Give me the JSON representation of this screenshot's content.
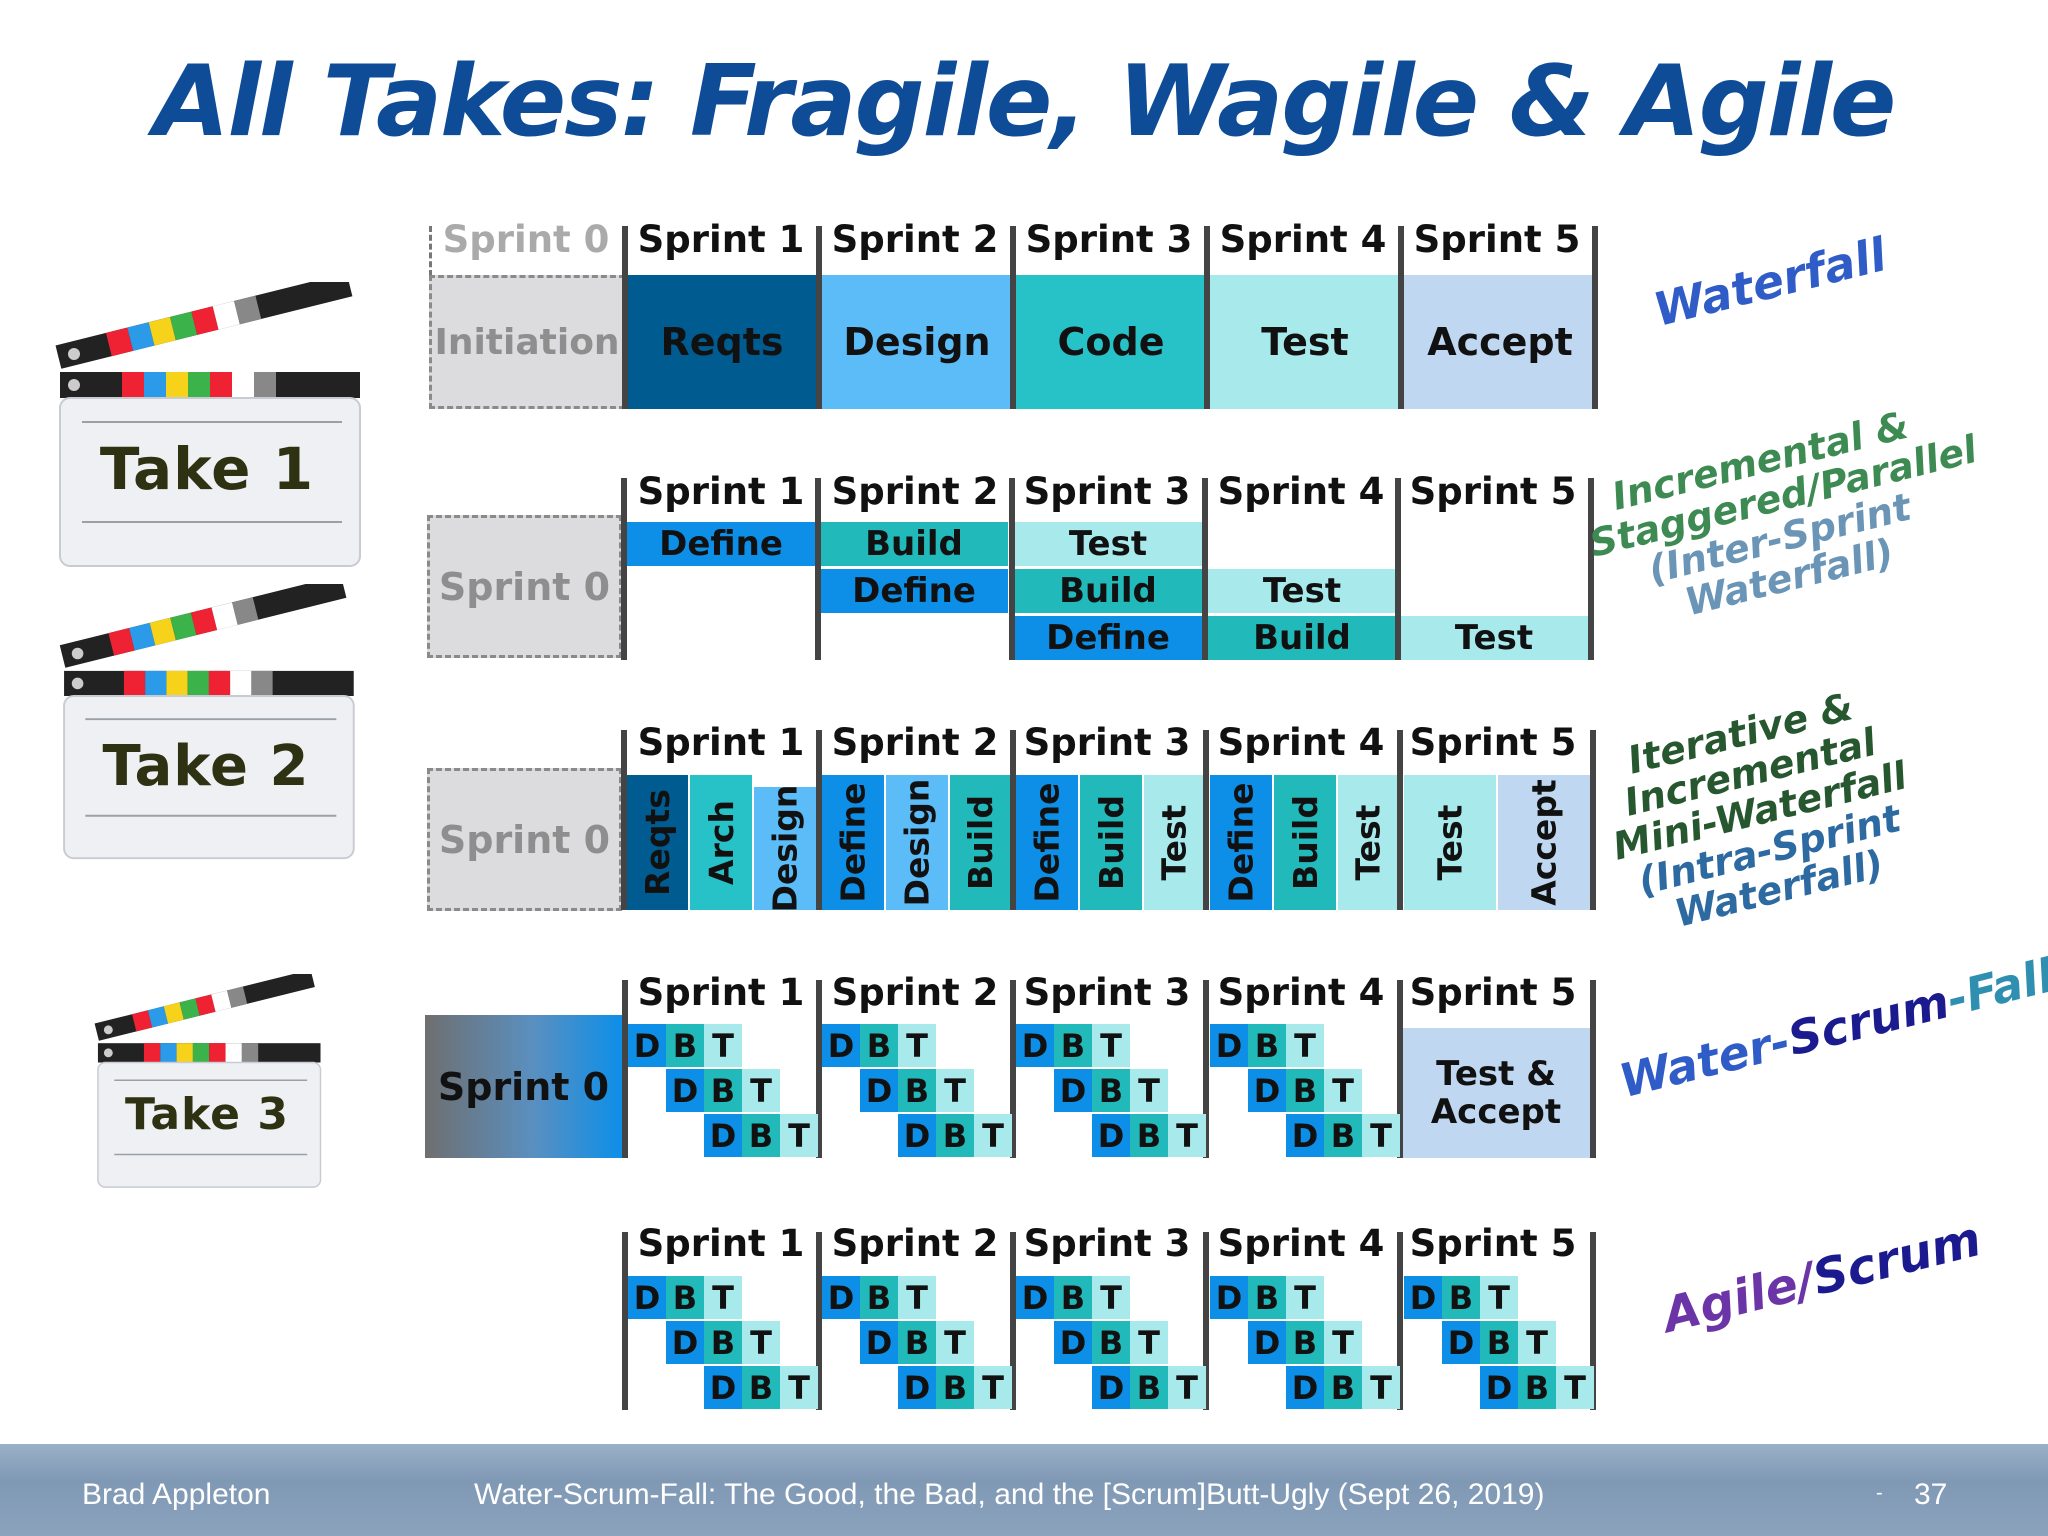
{
  "title": "All Takes: Fragile, Wagile & Agile",
  "colors": {
    "reqts": "#005b91",
    "design": "#5bbcf8",
    "code": "#26c2c8",
    "test": "#a8eaec",
    "accept": "#bfd7f1",
    "define": "#0d8fe8",
    "build": "#22b9bb",
    "initiation": "#dcdbde"
  },
  "takes": [
    "Take 1",
    "Take 2",
    "Take 3"
  ],
  "row1": {
    "headers": [
      "Sprint 0",
      "Sprint 1",
      "Sprint 2",
      "Sprint 3",
      "Sprint 4",
      "Sprint 5"
    ],
    "cells": [
      "Initiation",
      "Reqts",
      "Design",
      "Code",
      "Test",
      "Accept"
    ],
    "label": "Waterfall"
  },
  "row2": {
    "headers": [
      "Sprint 1",
      "Sprint 2",
      "Sprint 3",
      "Sprint 4",
      "Sprint 5"
    ],
    "sprint0": "Sprint 0",
    "define": "Define",
    "build": "Build",
    "test": "Test",
    "label": [
      "Incremental &",
      "Staggered/Parallel",
      "(Inter-Sprint",
      "Waterfall)"
    ]
  },
  "row3": {
    "headers": [
      "Sprint 1",
      "Sprint 2",
      "Sprint 3",
      "Sprint 4",
      "Sprint 5"
    ],
    "sprint0": "Sprint 0",
    "cells": [
      "Reqts",
      "Arch",
      "Design",
      "Define",
      "Design",
      "Build",
      "Define",
      "Build",
      "Test",
      "Define",
      "Build",
      "Test",
      "Test",
      "Accept"
    ],
    "label": [
      "Iterative &",
      "Incremental",
      "Mini-Waterfall",
      "(Intra-Sprint",
      "Waterfall)"
    ]
  },
  "row4": {
    "headers": [
      "Sprint 1",
      "Sprint 2",
      "Sprint 3",
      "Sprint 4",
      "Sprint 5"
    ],
    "sprint0": "Sprint 0",
    "accept": [
      "Test &",
      "Accept"
    ],
    "label_parts": [
      "Water-",
      "Scrum",
      "-Fall"
    ]
  },
  "row5": {
    "headers": [
      "Sprint 1",
      "Sprint 2",
      "Sprint 3",
      "Sprint 4",
      "Sprint 5"
    ],
    "label_parts": [
      "Agile/",
      "Scrum"
    ]
  },
  "dbt": [
    "D",
    "B",
    "T"
  ],
  "footer": {
    "author": "Brad Appleton",
    "talk": "Water-Scrum-Fall: The Good, the Bad, and the [Scrum]Butt-Ugly (Sept 26, 2019)",
    "dash": "-",
    "page": "37"
  }
}
